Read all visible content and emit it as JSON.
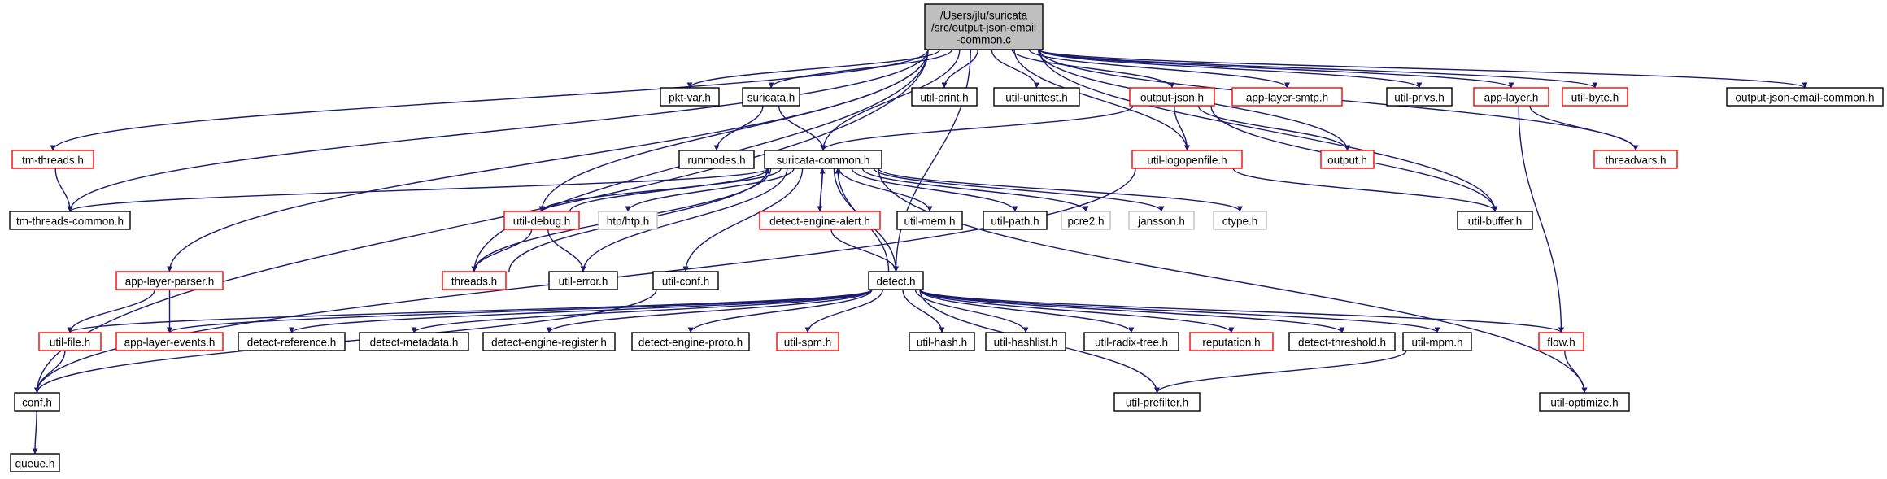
{
  "colors": {
    "edge": "#191970",
    "root_fill": "#bfbfbf",
    "border_documented": "#000000",
    "border_red": "#ff0000",
    "border_gray": "#bfbfbf",
    "background": "#ffffff"
  },
  "nodes": [
    {
      "id": "root",
      "lines": [
        "/Users/jlu/suricata",
        "/src/output-json-email",
        "-common.c"
      ],
      "style": "root"
    },
    {
      "id": "pkt-var",
      "lines": [
        "pkt-var.h"
      ],
      "style": "black"
    },
    {
      "id": "suricata",
      "lines": [
        "suricata.h"
      ],
      "style": "black"
    },
    {
      "id": "util-print",
      "lines": [
        "util-print.h"
      ],
      "style": "black"
    },
    {
      "id": "util-unittest",
      "lines": [
        "util-unittest.h"
      ],
      "style": "black"
    },
    {
      "id": "output-json",
      "lines": [
        "output-json.h"
      ],
      "style": "red"
    },
    {
      "id": "app-layer-smtp",
      "lines": [
        "app-layer-smtp.h"
      ],
      "style": "red"
    },
    {
      "id": "util-privs",
      "lines": [
        "util-privs.h"
      ],
      "style": "black"
    },
    {
      "id": "app-layer",
      "lines": [
        "app-layer.h"
      ],
      "style": "red"
    },
    {
      "id": "util-byte",
      "lines": [
        "util-byte.h"
      ],
      "style": "red"
    },
    {
      "id": "output-json-email-common",
      "lines": [
        "output-json-email-common.h"
      ],
      "style": "black"
    },
    {
      "id": "tm-threads",
      "lines": [
        "tm-threads.h"
      ],
      "style": "red"
    },
    {
      "id": "runmodes",
      "lines": [
        "runmodes.h"
      ],
      "style": "black"
    },
    {
      "id": "suricata-common",
      "lines": [
        "suricata-common.h"
      ],
      "style": "black"
    },
    {
      "id": "util-logopenfile",
      "lines": [
        "util-logopenfile.h"
      ],
      "style": "red"
    },
    {
      "id": "output",
      "lines": [
        "output.h"
      ],
      "style": "red"
    },
    {
      "id": "threadvars",
      "lines": [
        "threadvars.h"
      ],
      "style": "red"
    },
    {
      "id": "tm-threads-common",
      "lines": [
        "tm-threads-common.h"
      ],
      "style": "black"
    },
    {
      "id": "util-debug",
      "lines": [
        "util-debug.h"
      ],
      "style": "red"
    },
    {
      "id": "htp",
      "lines": [
        "htp/htp.h"
      ],
      "style": "gray"
    },
    {
      "id": "detect-engine-alert",
      "lines": [
        "detect-engine-alert.h"
      ],
      "style": "red"
    },
    {
      "id": "util-mem",
      "lines": [
        "util-mem.h"
      ],
      "style": "black"
    },
    {
      "id": "util-path",
      "lines": [
        "util-path.h"
      ],
      "style": "black"
    },
    {
      "id": "pcre2",
      "lines": [
        "pcre2.h"
      ],
      "style": "gray"
    },
    {
      "id": "jansson",
      "lines": [
        "jansson.h"
      ],
      "style": "gray"
    },
    {
      "id": "ctype",
      "lines": [
        "ctype.h"
      ],
      "style": "gray"
    },
    {
      "id": "util-buffer",
      "lines": [
        "util-buffer.h"
      ],
      "style": "black"
    },
    {
      "id": "app-layer-parser",
      "lines": [
        "app-layer-parser.h"
      ],
      "style": "red"
    },
    {
      "id": "threads",
      "lines": [
        "threads.h"
      ],
      "style": "red"
    },
    {
      "id": "util-error",
      "lines": [
        "util-error.h"
      ],
      "style": "black"
    },
    {
      "id": "util-conf",
      "lines": [
        "util-conf.h"
      ],
      "style": "black"
    },
    {
      "id": "detect",
      "lines": [
        "detect.h"
      ],
      "style": "black"
    },
    {
      "id": "util-file",
      "lines": [
        "util-file.h"
      ],
      "style": "red"
    },
    {
      "id": "app-layer-events",
      "lines": [
        "app-layer-events.h"
      ],
      "style": "red"
    },
    {
      "id": "detect-reference",
      "lines": [
        "detect-reference.h"
      ],
      "style": "black"
    },
    {
      "id": "detect-metadata",
      "lines": [
        "detect-metadata.h"
      ],
      "style": "black"
    },
    {
      "id": "detect-engine-register",
      "lines": [
        "detect-engine-register.h"
      ],
      "style": "black"
    },
    {
      "id": "detect-engine-proto",
      "lines": [
        "detect-engine-proto.h"
      ],
      "style": "black"
    },
    {
      "id": "util-spm",
      "lines": [
        "util-spm.h"
      ],
      "style": "red"
    },
    {
      "id": "util-hash",
      "lines": [
        "util-hash.h"
      ],
      "style": "black"
    },
    {
      "id": "util-hashlist",
      "lines": [
        "util-hashlist.h"
      ],
      "style": "black"
    },
    {
      "id": "util-radix-tree",
      "lines": [
        "util-radix-tree.h"
      ],
      "style": "black"
    },
    {
      "id": "reputation",
      "lines": [
        "reputation.h"
      ],
      "style": "red"
    },
    {
      "id": "detect-threshold",
      "lines": [
        "detect-threshold.h"
      ],
      "style": "black"
    },
    {
      "id": "util-mpm",
      "lines": [
        "util-mpm.h"
      ],
      "style": "black"
    },
    {
      "id": "flow",
      "lines": [
        "flow.h"
      ],
      "style": "red"
    },
    {
      "id": "conf",
      "lines": [
        "conf.h"
      ],
      "style": "black"
    },
    {
      "id": "util-prefilter",
      "lines": [
        "util-prefilter.h"
      ],
      "style": "black"
    },
    {
      "id": "util-optimize",
      "lines": [
        "util-optimize.h"
      ],
      "style": "black"
    },
    {
      "id": "queue",
      "lines": [
        "queue.h"
      ],
      "style": "black"
    }
  ],
  "edges": [
    [
      "root",
      "pkt-var"
    ],
    [
      "root",
      "suricata"
    ],
    [
      "root",
      "util-print"
    ],
    [
      "root",
      "util-unittest"
    ],
    [
      "root",
      "output-json"
    ],
    [
      "root",
      "app-layer-smtp"
    ],
    [
      "root",
      "util-privs"
    ],
    [
      "root",
      "app-layer"
    ],
    [
      "root",
      "util-byte"
    ],
    [
      "root",
      "output-json-email-common"
    ],
    [
      "root",
      "tm-threads"
    ],
    [
      "root",
      "tm-threads-common"
    ],
    [
      "root",
      "suricata-common"
    ],
    [
      "root",
      "util-debug"
    ],
    [
      "root",
      "app-layer-parser"
    ],
    [
      "root",
      "threads"
    ],
    [
      "root",
      "conf"
    ],
    [
      "root",
      "output"
    ],
    [
      "root",
      "threadvars"
    ],
    [
      "root",
      "util-buffer"
    ],
    [
      "root",
      "util-logopenfile"
    ],
    [
      "root",
      "detect"
    ],
    [
      "suricata",
      "runmodes"
    ],
    [
      "suricata",
      "suricata-common"
    ],
    [
      "output-json",
      "suricata-common"
    ],
    [
      "output-json",
      "util-logopenfile"
    ],
    [
      "output-json",
      "output"
    ],
    [
      "output-json",
      "util-buffer"
    ],
    [
      "app-layer",
      "threadvars"
    ],
    [
      "app-layer",
      "flow"
    ],
    [
      "tm-threads",
      "tm-threads-common"
    ],
    [
      "suricata-common",
      "tm-threads-common"
    ],
    [
      "suricata-common",
      "util-debug"
    ],
    [
      "suricata-common",
      "htp"
    ],
    [
      "suricata-common",
      "detect-engine-alert"
    ],
    [
      "suricata-common",
      "util-mem"
    ],
    [
      "suricata-common",
      "util-path"
    ],
    [
      "suricata-common",
      "pcre2"
    ],
    [
      "suricata-common",
      "jansson"
    ],
    [
      "suricata-common",
      "ctype"
    ],
    [
      "suricata-common",
      "threads"
    ],
    [
      "suricata-common",
      "util-error"
    ],
    [
      "suricata-common",
      "util-conf"
    ],
    [
      "suricata-common",
      "detect"
    ],
    [
      "suricata-common",
      "util-optimize"
    ],
    [
      "util-debug",
      "suricata-common"
    ],
    [
      "util-debug",
      "threads"
    ],
    [
      "util-debug",
      "util-error"
    ],
    [
      "threads",
      "suricata-common"
    ],
    [
      "detect-engine-alert",
      "suricata-common"
    ],
    [
      "detect-engine-alert",
      "detect"
    ],
    [
      "detect",
      "suricata-common"
    ],
    [
      "util-logopenfile",
      "util-buffer"
    ],
    [
      "util-logopenfile",
      "conf"
    ],
    [
      "app-layer-parser",
      "util-file"
    ],
    [
      "app-layer-parser",
      "app-layer-events"
    ],
    [
      "util-conf",
      "conf"
    ],
    [
      "detect",
      "util-file"
    ],
    [
      "detect",
      "app-layer-events"
    ],
    [
      "detect",
      "detect-reference"
    ],
    [
      "detect",
      "detect-metadata"
    ],
    [
      "detect",
      "detect-engine-register"
    ],
    [
      "detect",
      "detect-engine-proto"
    ],
    [
      "detect",
      "util-spm"
    ],
    [
      "detect",
      "util-hash"
    ],
    [
      "detect",
      "util-hashlist"
    ],
    [
      "detect",
      "util-radix-tree"
    ],
    [
      "detect",
      "reputation"
    ],
    [
      "detect",
      "detect-threshold"
    ],
    [
      "detect",
      "util-mpm"
    ],
    [
      "detect",
      "flow"
    ],
    [
      "detect",
      "util-prefilter"
    ],
    [
      "util-mpm",
      "util-prefilter"
    ],
    [
      "util-file",
      "conf"
    ],
    [
      "flow",
      "util-optimize"
    ],
    [
      "conf",
      "queue"
    ]
  ]
}
